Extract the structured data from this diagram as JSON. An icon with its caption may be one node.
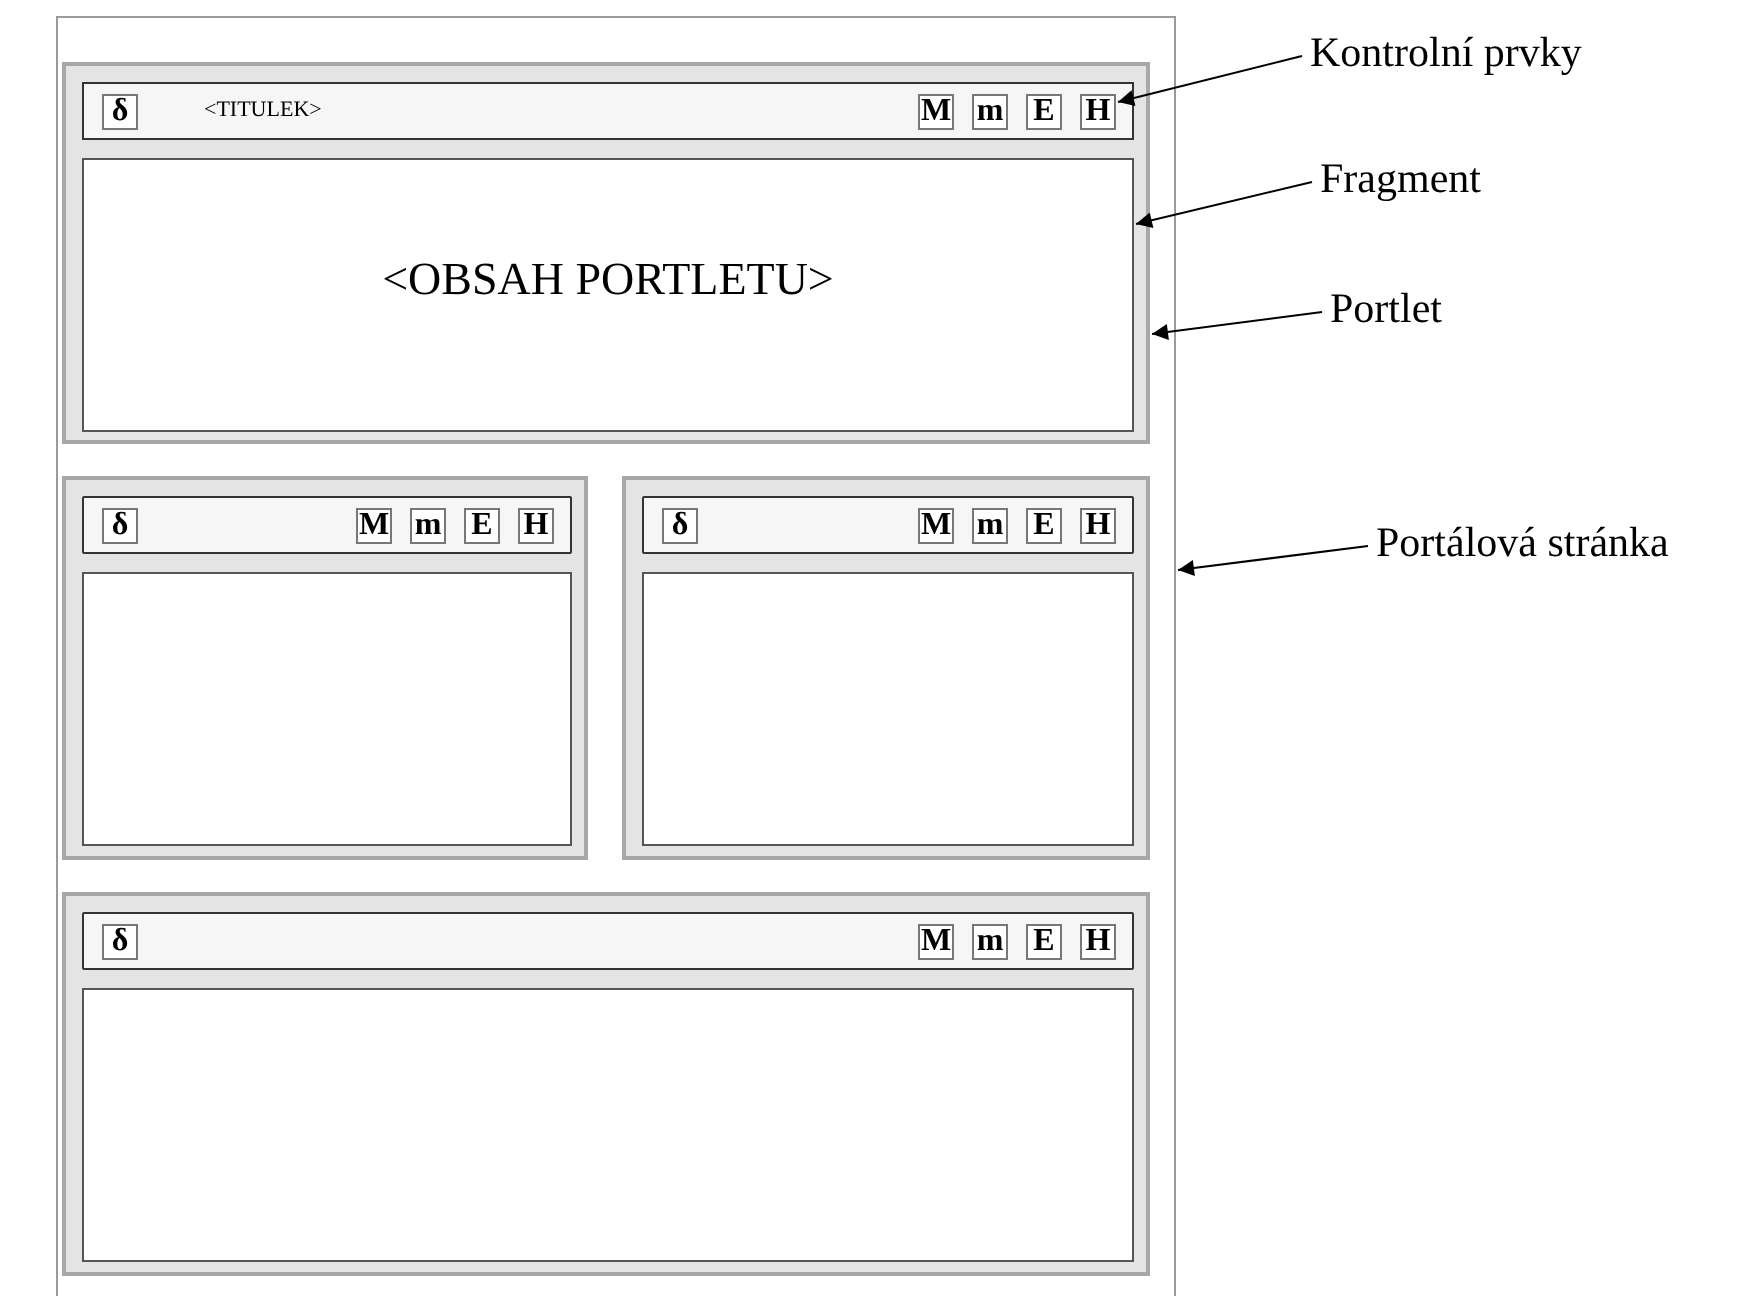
{
  "diagram": {
    "nodes": [
      {
        "text": [],
        "shape": "box"
      },
      {
        "text": [],
        "shape": "box",
        "in": 0
      },
      {
        "text": [
          "<TITULEK>"
        ],
        "in": 1
      },
      {
        "text": [
          "δ"
        ],
        "in": 2
      },
      {
        "text": [
          "M"
        ],
        "in": 2
      },
      {
        "text": [
          "m"
        ],
        "in": 2
      },
      {
        "text": [
          "E"
        ],
        "in": 2
      },
      {
        "text": [
          "H"
        ],
        "in": 2
      },
      {
        "text": [
          "<OBSAH PORTLETU>"
        ],
        "in": 1
      },
      {
        "text": [],
        "shape": "box",
        "in": 0
      },
      {
        "text": [],
        "shape": "bar",
        "in": 9
      },
      {
        "text": [
          "δ"
        ],
        "in": 10
      },
      {
        "text": [
          "M"
        ],
        "in": 10
      },
      {
        "text": [
          "m"
        ],
        "in": 10
      },
      {
        "text": [
          "E"
        ],
        "in": 10
      },
      {
        "text": [
          "H"
        ],
        "in": 10
      },
      {
        "text": [],
        "shape": "box",
        "in": 9
      },
      {
        "text": [],
        "shape": "box",
        "in": 0
      },
      {
        "text": [],
        "shape": "bar",
        "in": 17
      },
      {
        "text": [
          "δ"
        ],
        "in": 18
      },
      {
        "text": [
          "M"
        ],
        "in": 18
      },
      {
        "text": [
          "m"
        ],
        "in": 18
      },
      {
        "text": [
          "E"
        ],
        "in": 18
      },
      {
        "text": [
          "H"
        ],
        "in": 18
      },
      {
        "text": [],
        "shape": "box",
        "in": 17
      },
      {
        "text": [],
        "shape": "box",
        "in": 0
      },
      {
        "text": [],
        "shape": "bar",
        "in": 25
      },
      {
        "text": [
          "δ"
        ],
        "in": 26
      },
      {
        "text": [
          "M"
        ],
        "in": 26
      },
      {
        "text": [
          "m"
        ],
        "in": 26
      },
      {
        "text": [
          "E"
        ],
        "in": 26
      },
      {
        "text": [
          "H"
        ],
        "in": 26
      },
      {
        "text": [],
        "shape": "box",
        "in": 25
      },
      {
        "text": [
          "Kontrolní prvky"
        ]
      },
      {
        "text": [
          "Fragment"
        ]
      },
      {
        "text": [
          "Portlet"
        ]
      },
      {
        "text": [
          "Portálová stránka"
        ]
      }
    ],
    "edges": [
      {
        "from": 33,
        "to": 7,
        "arrow": "to"
      },
      {
        "from": 34,
        "to": 8,
        "arrow": "to"
      },
      {
        "from": 35,
        "to": 1,
        "arrow": "to"
      },
      {
        "from": 36,
        "to": 0,
        "arrow": "to"
      }
    ]
  }
}
